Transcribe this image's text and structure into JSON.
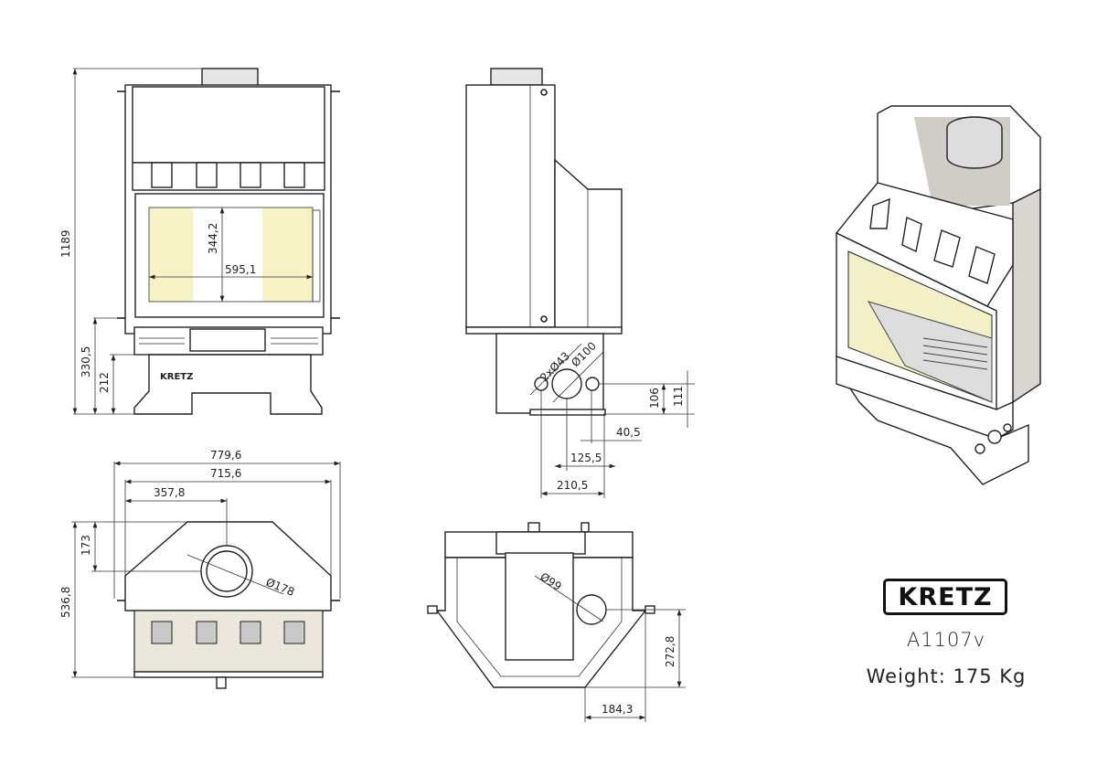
{
  "brand": {
    "logo": "KRETZ",
    "model": "A1107v",
    "weight": "Weight: 175 Kg"
  },
  "front_view": {
    "height": "1189",
    "base_total": "330,5",
    "base_legs": "212",
    "glass_height": "344,2",
    "glass_width": "595,1",
    "plate_logo": "KRETZ"
  },
  "side_view": {
    "holes": "2xØ43",
    "center_hole": "Ø100",
    "h106": "106",
    "h111": "111",
    "d40": "40,5",
    "d125": "125,5",
    "d210": "210,5"
  },
  "top_view": {
    "overall_width": "779,6",
    "body_width": "715,6",
    "half_width": "357,8",
    "flue_offset": "173",
    "depth": "536,8",
    "flue_diameter": "Ø178"
  },
  "bottom_view": {
    "hole_diameter": "Ø99",
    "depth": "272,8",
    "offset": "184,3"
  },
  "colors": {
    "glass": "#f7f2c4",
    "metal": "#e6e6e6",
    "line": "#222222"
  }
}
